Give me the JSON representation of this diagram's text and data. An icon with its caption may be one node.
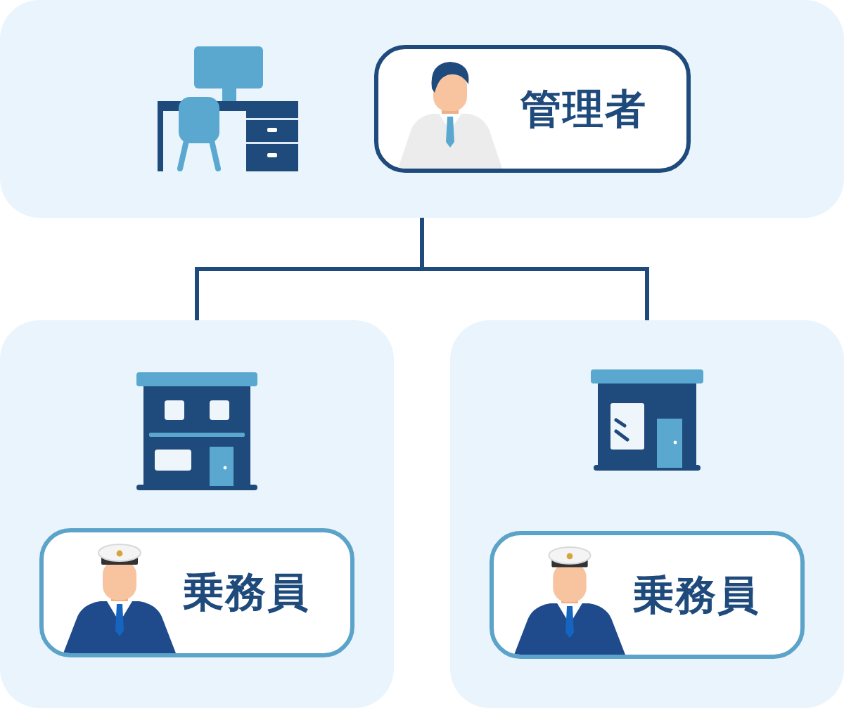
{
  "diagram": {
    "nodes": [
      {
        "text": [],
        "shape": "box"
      },
      {
        "text": [
          "管理者"
        ],
        "in": 0
      },
      {
        "text": [],
        "shape": "box"
      },
      {
        "text": [
          "乗務員"
        ],
        "in": 2
      },
      {
        "text": [],
        "shape": "box"
      },
      {
        "text": [
          "乗務員"
        ],
        "in": 4
      }
    ],
    "edges": [
      {
        "from": 0,
        "to": 2,
        "arrow": "none"
      },
      {
        "from": 0,
        "to": 4,
        "arrow": "none"
      }
    ]
  }
}
